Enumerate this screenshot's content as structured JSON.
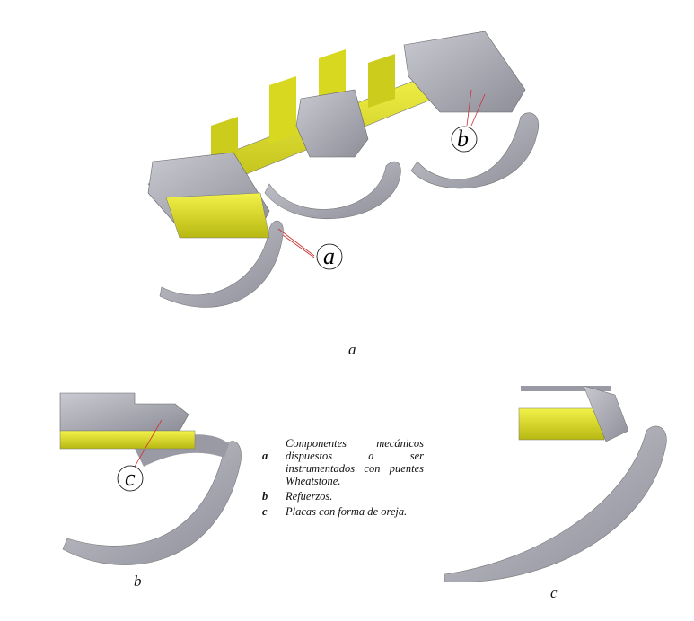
{
  "figure": {
    "panels": [
      {
        "caption": "a",
        "callouts": [
          "a",
          "b"
        ]
      },
      {
        "caption": "b",
        "callouts": [
          "c"
        ]
      },
      {
        "caption": "c",
        "callouts": []
      }
    ],
    "legend": [
      {
        "key": "a",
        "text": "Componentes mecánicos dispuestos a ser instrumentados con puentes Wheatstone."
      },
      {
        "key": "b",
        "text": "Refuerzos."
      },
      {
        "key": "c",
        "text": "Placas con forma de oreja."
      }
    ],
    "colors": {
      "frame": "#e6e62a",
      "steel": "#a9a9b4",
      "bracket": "#b9b9c0"
    }
  }
}
